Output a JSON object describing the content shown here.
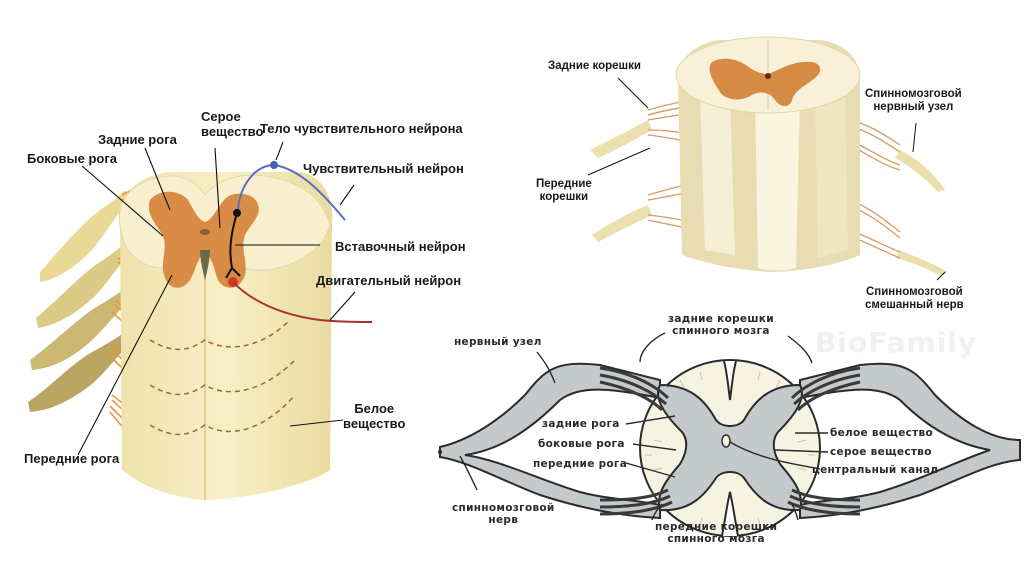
{
  "diagram1": {
    "labels": {
      "grey_matter": "Серое\nвещество",
      "posterior_horns": "Задние рога",
      "lateral_horns": "Боковые рога",
      "sensory_body": "Тело чувствительного нейрона",
      "sensory_neuron": "Чувствительный нейрон",
      "interneuron": "Вставочный нейрон",
      "motor_neuron": "Двигательный нейрон",
      "white_matter": "Белое\nвещество",
      "anterior_horns": "Передние рога"
    },
    "colors": {
      "grey_matter": "#d98c45",
      "white_matter": "#f3ebc4",
      "sensory": "#5a6ec8",
      "motor": "#c0392b",
      "roots": "#e9963c"
    }
  },
  "diagram2": {
    "labels": {
      "posterior_roots": "Задние корешки",
      "anterior_roots": "Передние\nкорешки",
      "ganglion": "Спинномозговой\nнервный узел",
      "mixed_nerve": "Спинномозговой\nсмешанный нерв"
    }
  },
  "diagram3": {
    "labels": {
      "ganglion": "нервный узел",
      "posterior_roots": "задние корешки\nспинного мозга",
      "posterior_horns": "задние рога",
      "lateral_horns": "боковые рога",
      "anterior_horns": "передние рога",
      "spinal_nerve": "спинномозговой\nнерв",
      "anterior_roots": "передние корешки\nспинного мозга",
      "white_matter": "белое вещество",
      "grey_matter": "серое вещество",
      "central_canal": "центральный канал"
    },
    "watermark": "BioFamily",
    "colors": {
      "grey": "#c4c9cc",
      "white": "#f6f3e2",
      "outline": "#2b2b2b"
    }
  }
}
